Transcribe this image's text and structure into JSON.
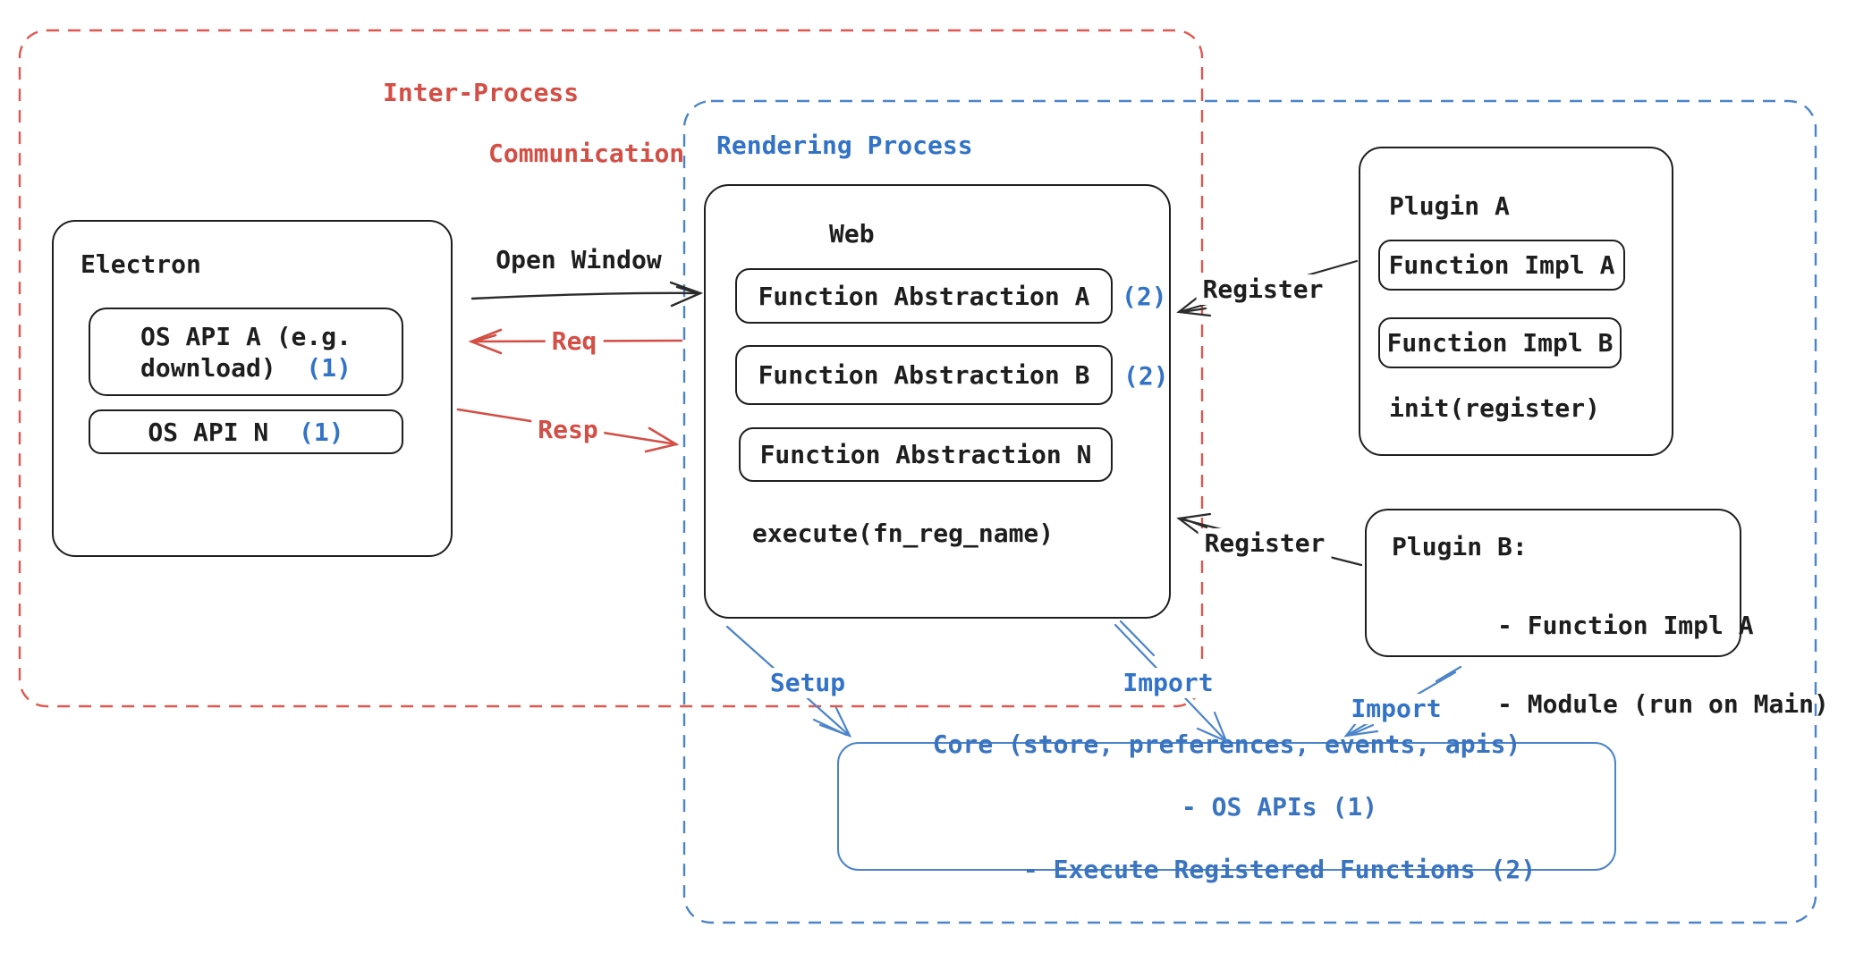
{
  "regions": {
    "ipc": {
      "label_line1": "Inter-Process",
      "label_line2": "Communication"
    },
    "rendering": {
      "label": "Rendering Process"
    }
  },
  "electron": {
    "title": "Electron",
    "os_api_a_line1": "OS API A (e.g.",
    "os_api_a_line2": "download)",
    "os_api_a_badge": "(1)",
    "os_api_n_label": "OS API N",
    "os_api_n_badge": "(1)"
  },
  "web": {
    "title": "Web",
    "fn_a": "Function Abstraction A",
    "fn_a_badge": "(2)",
    "fn_b": "Function Abstraction B",
    "fn_b_badge": "(2)",
    "fn_n": "Function Abstraction N",
    "execute_label": "execute(fn_reg_name)"
  },
  "plugin_a": {
    "title": "Plugin A",
    "impl_a": "Function Impl A",
    "impl_b": "Function Impl B",
    "init_label": "init(register)"
  },
  "plugin_b": {
    "title": "Plugin B:",
    "item1": "- Function Impl A",
    "item2": "- Module (run on Main)"
  },
  "core": {
    "line1": "Core (store, preferences, events, apis)",
    "line2": "- OS APIs (1)",
    "line3": "- Execute Registered Functions (2)"
  },
  "arrows": {
    "open_window": "Open Window",
    "req": "Req",
    "resp": "Resp",
    "register_a": "Register",
    "register_b": "Register",
    "setup": "Setup",
    "import_mid": "Import",
    "import_plugin": "Import"
  },
  "colors": {
    "red": "#d34f46",
    "blue_border": "#4b84c9",
    "blue_text": "#3a74c0",
    "ink": "#1e1e1e"
  }
}
